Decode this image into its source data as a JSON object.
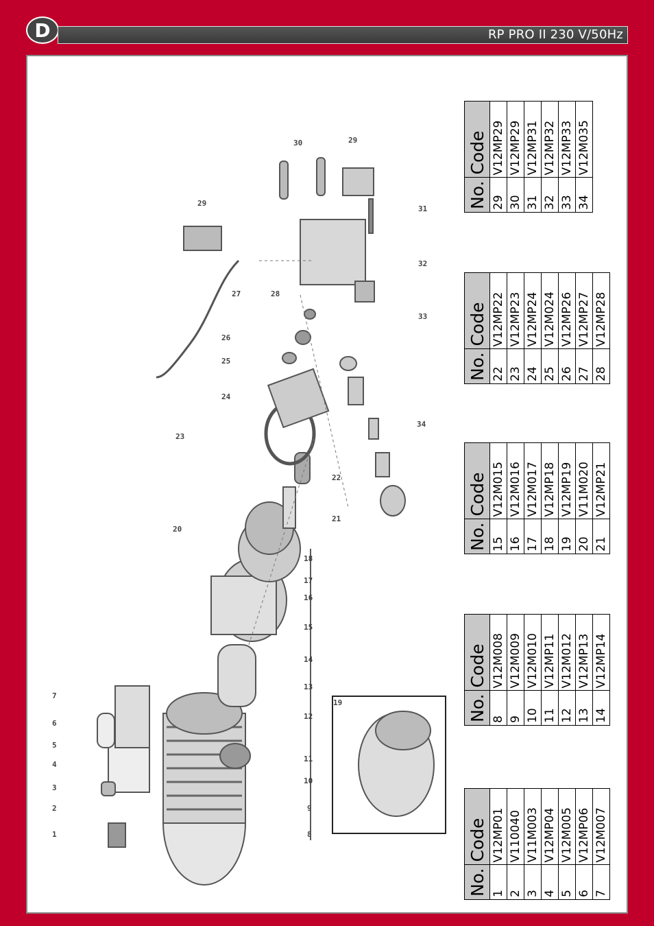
{
  "header": {
    "badge": "D",
    "title": "RP PRO II  230 V/50Hz"
  },
  "table": {
    "col_no": "No.",
    "col_code": "Code",
    "groups": [
      [
        [
          "1",
          "V12MP01"
        ],
        [
          "2",
          "V110040"
        ],
        [
          "3",
          "V11M003"
        ],
        [
          "4",
          "V12MP04"
        ],
        [
          "5",
          "V12M005"
        ],
        [
          "6",
          "V12MP06"
        ],
        [
          "7",
          "V12M007"
        ]
      ],
      [
        [
          "8",
          "V12M008"
        ],
        [
          "9",
          "V12M009"
        ],
        [
          "10",
          "V12M010"
        ],
        [
          "11",
          "V12MP11"
        ],
        [
          "12",
          "V12M012"
        ],
        [
          "13",
          "V12MP13"
        ],
        [
          "14",
          "V12MP14"
        ]
      ],
      [
        [
          "15",
          "V12M015"
        ],
        [
          "16",
          "V12M016"
        ],
        [
          "17",
          "V12M017"
        ],
        [
          "18",
          "V12MP18"
        ],
        [
          "19",
          "V12MP19"
        ],
        [
          "20",
          "V11M020"
        ],
        [
          "21",
          "V12MP21"
        ]
      ],
      [
        [
          "22",
          "V12MP22"
        ],
        [
          "23",
          "V12MP23"
        ],
        [
          "24",
          "V12MP24"
        ],
        [
          "25",
          "V12M024"
        ],
        [
          "26",
          "V12MP26"
        ],
        [
          "27",
          "V12MP27"
        ],
        [
          "28",
          "V12MP28"
        ]
      ],
      [
        [
          "29",
          "V12MP29"
        ],
        [
          "30",
          "V12MP29"
        ],
        [
          "31",
          "V12MP31"
        ],
        [
          "32",
          "V12MP32"
        ],
        [
          "33",
          "V12MP33"
        ],
        [
          "34",
          "V12M035"
        ]
      ]
    ]
  },
  "callouts": [
    "1",
    "2",
    "3",
    "4",
    "5",
    "6",
    "7",
    "8",
    "9",
    "10",
    "11",
    "12",
    "13",
    "14",
    "15",
    "16",
    "17",
    "18",
    "19",
    "20",
    "21",
    "22",
    "23",
    "24",
    "25",
    "26",
    "27",
    "28",
    "29",
    "30",
    "31",
    "32",
    "33",
    "34",
    "29"
  ]
}
